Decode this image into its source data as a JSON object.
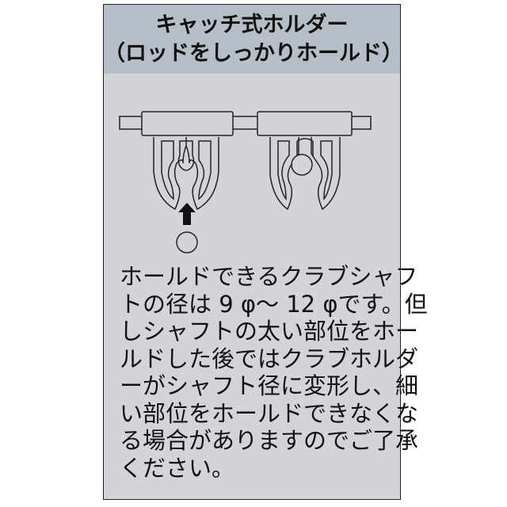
{
  "header": {
    "title_line1": "キャッチ式ホルダー",
    "title_line2": "（ロッドをしっかりホールド）"
  },
  "body": {
    "lines": [
      "ホールドできるクラブシャフ",
      "トの径は 9 φ～ 12 φです。但",
      "しシャフトの太い部位をホー",
      "ルドした後ではクラブホルダ",
      "ーがシャフト径に変形し、細",
      "い部位をホールドできなくな",
      "る場合がありますのでご了承",
      "ください。"
    ]
  },
  "colors": {
    "header_bg": "#b6bfc8",
    "panel_bg": "#d3d4d8",
    "outline": "#222222"
  }
}
